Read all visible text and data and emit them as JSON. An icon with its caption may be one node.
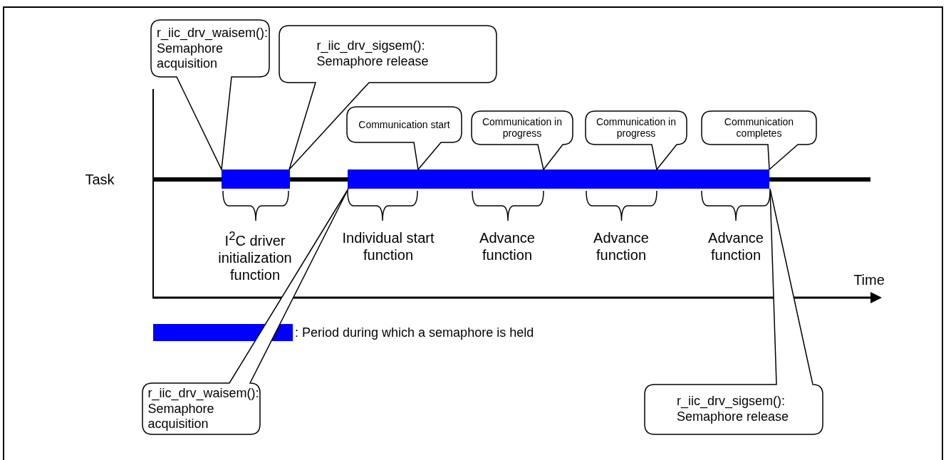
{
  "diagram": {
    "nodes": [
      {
        "text": [
          "r_iic_drv_waisem(): Semaphore acquisition"
        ]
      },
      {
        "text": [
          "r_iic_drv_sigsem(): Semaphore release"
        ]
      },
      {
        "text": [
          "Communication start"
        ]
      },
      {
        "text": [
          "Communication in progress"
        ]
      },
      {
        "text": [
          "Communication in progress"
        ]
      },
      {
        "text": [
          "Communication completes"
        ]
      },
      {
        "text": [
          "r_iic_drv_waisem(): Semaphore acquisition"
        ]
      },
      {
        "text": [
          "r_iic_drv_sigsem(): Semaphore release"
        ]
      }
    ],
    "labels": [
      "Task",
      "I$^{2}$C driver initialization function",
      "Individual start function",
      "Advance function",
      "Advance function",
      "Advance function",
      "Time"
    ],
    "legend": [
      {
        "text": ": Period during which a semaphore is held",
        "color": "#0000ff"
      }
    ]
  }
}
